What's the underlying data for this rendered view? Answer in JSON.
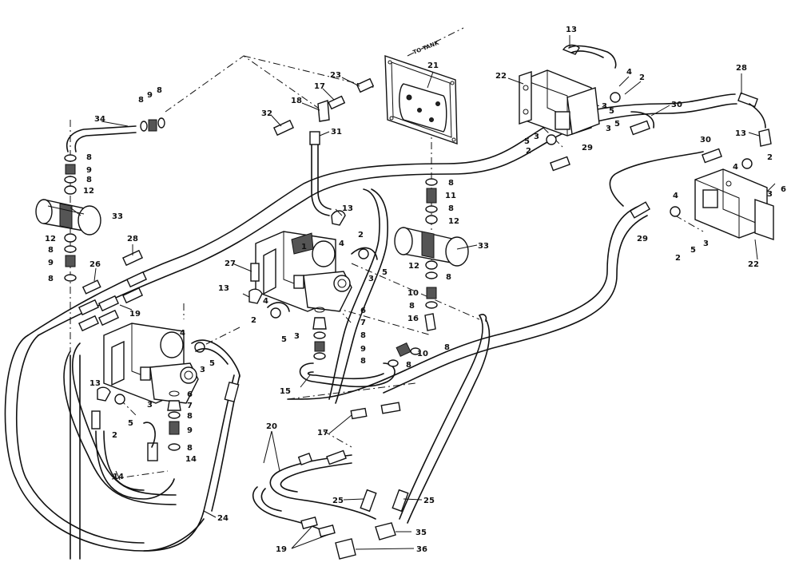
{
  "diagram": {
    "tank_label": "TO TANK",
    "callouts": [
      {
        "id": "c1",
        "text": "13"
      },
      {
        "id": "c2",
        "text": "22"
      },
      {
        "id": "c3",
        "text": "4"
      },
      {
        "id": "c4",
        "text": "2"
      },
      {
        "id": "c5",
        "text": "30"
      },
      {
        "id": "c6",
        "text": "28"
      },
      {
        "id": "c7",
        "text": "21"
      },
      {
        "id": "c8",
        "text": "23"
      },
      {
        "id": "c9",
        "text": "17"
      },
      {
        "id": "c10",
        "text": "18"
      },
      {
        "id": "c11",
        "text": "32"
      },
      {
        "id": "c12",
        "text": "31"
      },
      {
        "id": "c13",
        "text": "8"
      },
      {
        "id": "c14",
        "text": "9"
      },
      {
        "id": "c15",
        "text": "8"
      },
      {
        "id": "c16",
        "text": "34"
      },
      {
        "id": "c17",
        "text": "8"
      },
      {
        "id": "c18",
        "text": "9"
      },
      {
        "id": "c19",
        "text": "8"
      },
      {
        "id": "c20",
        "text": "12"
      },
      {
        "id": "c21",
        "text": "33"
      },
      {
        "id": "c22",
        "text": "12"
      },
      {
        "id": "c23",
        "text": "8"
      },
      {
        "id": "c24",
        "text": "9"
      },
      {
        "id": "c25",
        "text": "8"
      },
      {
        "id": "c26",
        "text": "26"
      },
      {
        "id": "c27",
        "text": "28"
      },
      {
        "id": "c28",
        "text": "19"
      },
      {
        "id": "c29",
        "text": "13"
      },
      {
        "id": "c30",
        "text": "27"
      },
      {
        "id": "c31",
        "text": "1"
      },
      {
        "id": "c32",
        "text": "4"
      },
      {
        "id": "c33",
        "text": "2"
      },
      {
        "id": "c34",
        "text": "5"
      },
      {
        "id": "c35",
        "text": "3"
      },
      {
        "id": "c36",
        "text": "5"
      },
      {
        "id": "c37",
        "text": "3"
      },
      {
        "id": "c38",
        "text": "13"
      },
      {
        "id": "c39",
        "text": "4"
      },
      {
        "id": "c40",
        "text": "2"
      },
      {
        "id": "c41",
        "text": "6"
      },
      {
        "id": "c42",
        "text": "7"
      },
      {
        "id": "c43",
        "text": "8"
      },
      {
        "id": "c44",
        "text": "9"
      },
      {
        "id": "c45",
        "text": "8"
      },
      {
        "id": "c46",
        "text": "8"
      },
      {
        "id": "c47",
        "text": "11"
      },
      {
        "id": "c48",
        "text": "8"
      },
      {
        "id": "c49",
        "text": "12"
      },
      {
        "id": "c50",
        "text": "33"
      },
      {
        "id": "c51",
        "text": "12"
      },
      {
        "id": "c52",
        "text": "8"
      },
      {
        "id": "c53",
        "text": "10"
      },
      {
        "id": "c54",
        "text": "8"
      },
      {
        "id": "c55",
        "text": "16"
      },
      {
        "id": "c56",
        "text": "8"
      },
      {
        "id": "c57",
        "text": "10"
      },
      {
        "id": "c58",
        "text": "8"
      },
      {
        "id": "c59",
        "text": "15"
      },
      {
        "id": "c60",
        "text": "17"
      },
      {
        "id": "c61",
        "text": "5"
      },
      {
        "id": "c62",
        "text": "3"
      },
      {
        "id": "c63",
        "text": "2"
      },
      {
        "id": "c64",
        "text": "3"
      },
      {
        "id": "c65",
        "text": "5"
      },
      {
        "id": "c66",
        "text": "29"
      },
      {
        "id": "c67",
        "text": "13"
      },
      {
        "id": "c68",
        "text": "30"
      },
      {
        "id": "c69",
        "text": "4"
      },
      {
        "id": "c70",
        "text": "2"
      },
      {
        "id": "c71",
        "text": "3"
      },
      {
        "id": "c72",
        "text": "6"
      },
      {
        "id": "c73",
        "text": "4"
      },
      {
        "id": "c74",
        "text": "29"
      },
      {
        "id": "c75",
        "text": "2"
      },
      {
        "id": "c76",
        "text": "5"
      },
      {
        "id": "c77",
        "text": "3"
      },
      {
        "id": "c78",
        "text": "22"
      },
      {
        "id": "c79",
        "text": "4"
      },
      {
        "id": "c80",
        "text": "3"
      },
      {
        "id": "c81",
        "text": "5"
      },
      {
        "id": "c82",
        "text": "13"
      },
      {
        "id": "c83",
        "text": "2"
      },
      {
        "id": "c84",
        "text": "5"
      },
      {
        "id": "c85",
        "text": "3"
      },
      {
        "id": "c86",
        "text": "6"
      },
      {
        "id": "c87",
        "text": "7"
      },
      {
        "id": "c88",
        "text": "8"
      },
      {
        "id": "c89",
        "text": "9"
      },
      {
        "id": "c90",
        "text": "8"
      },
      {
        "id": "c91",
        "text": "14"
      },
      {
        "id": "c92",
        "text": "14"
      },
      {
        "id": "c93",
        "text": "24"
      },
      {
        "id": "c94",
        "text": "20"
      },
      {
        "id": "c95",
        "text": "25"
      },
      {
        "id": "c96",
        "text": "25"
      },
      {
        "id": "c97",
        "text": "35"
      },
      {
        "id": "c98",
        "text": "19"
      },
      {
        "id": "c99",
        "text": "36"
      },
      {
        "id": "c100",
        "text": "5"
      },
      {
        "id": "c101",
        "text": "3"
      }
    ]
  }
}
